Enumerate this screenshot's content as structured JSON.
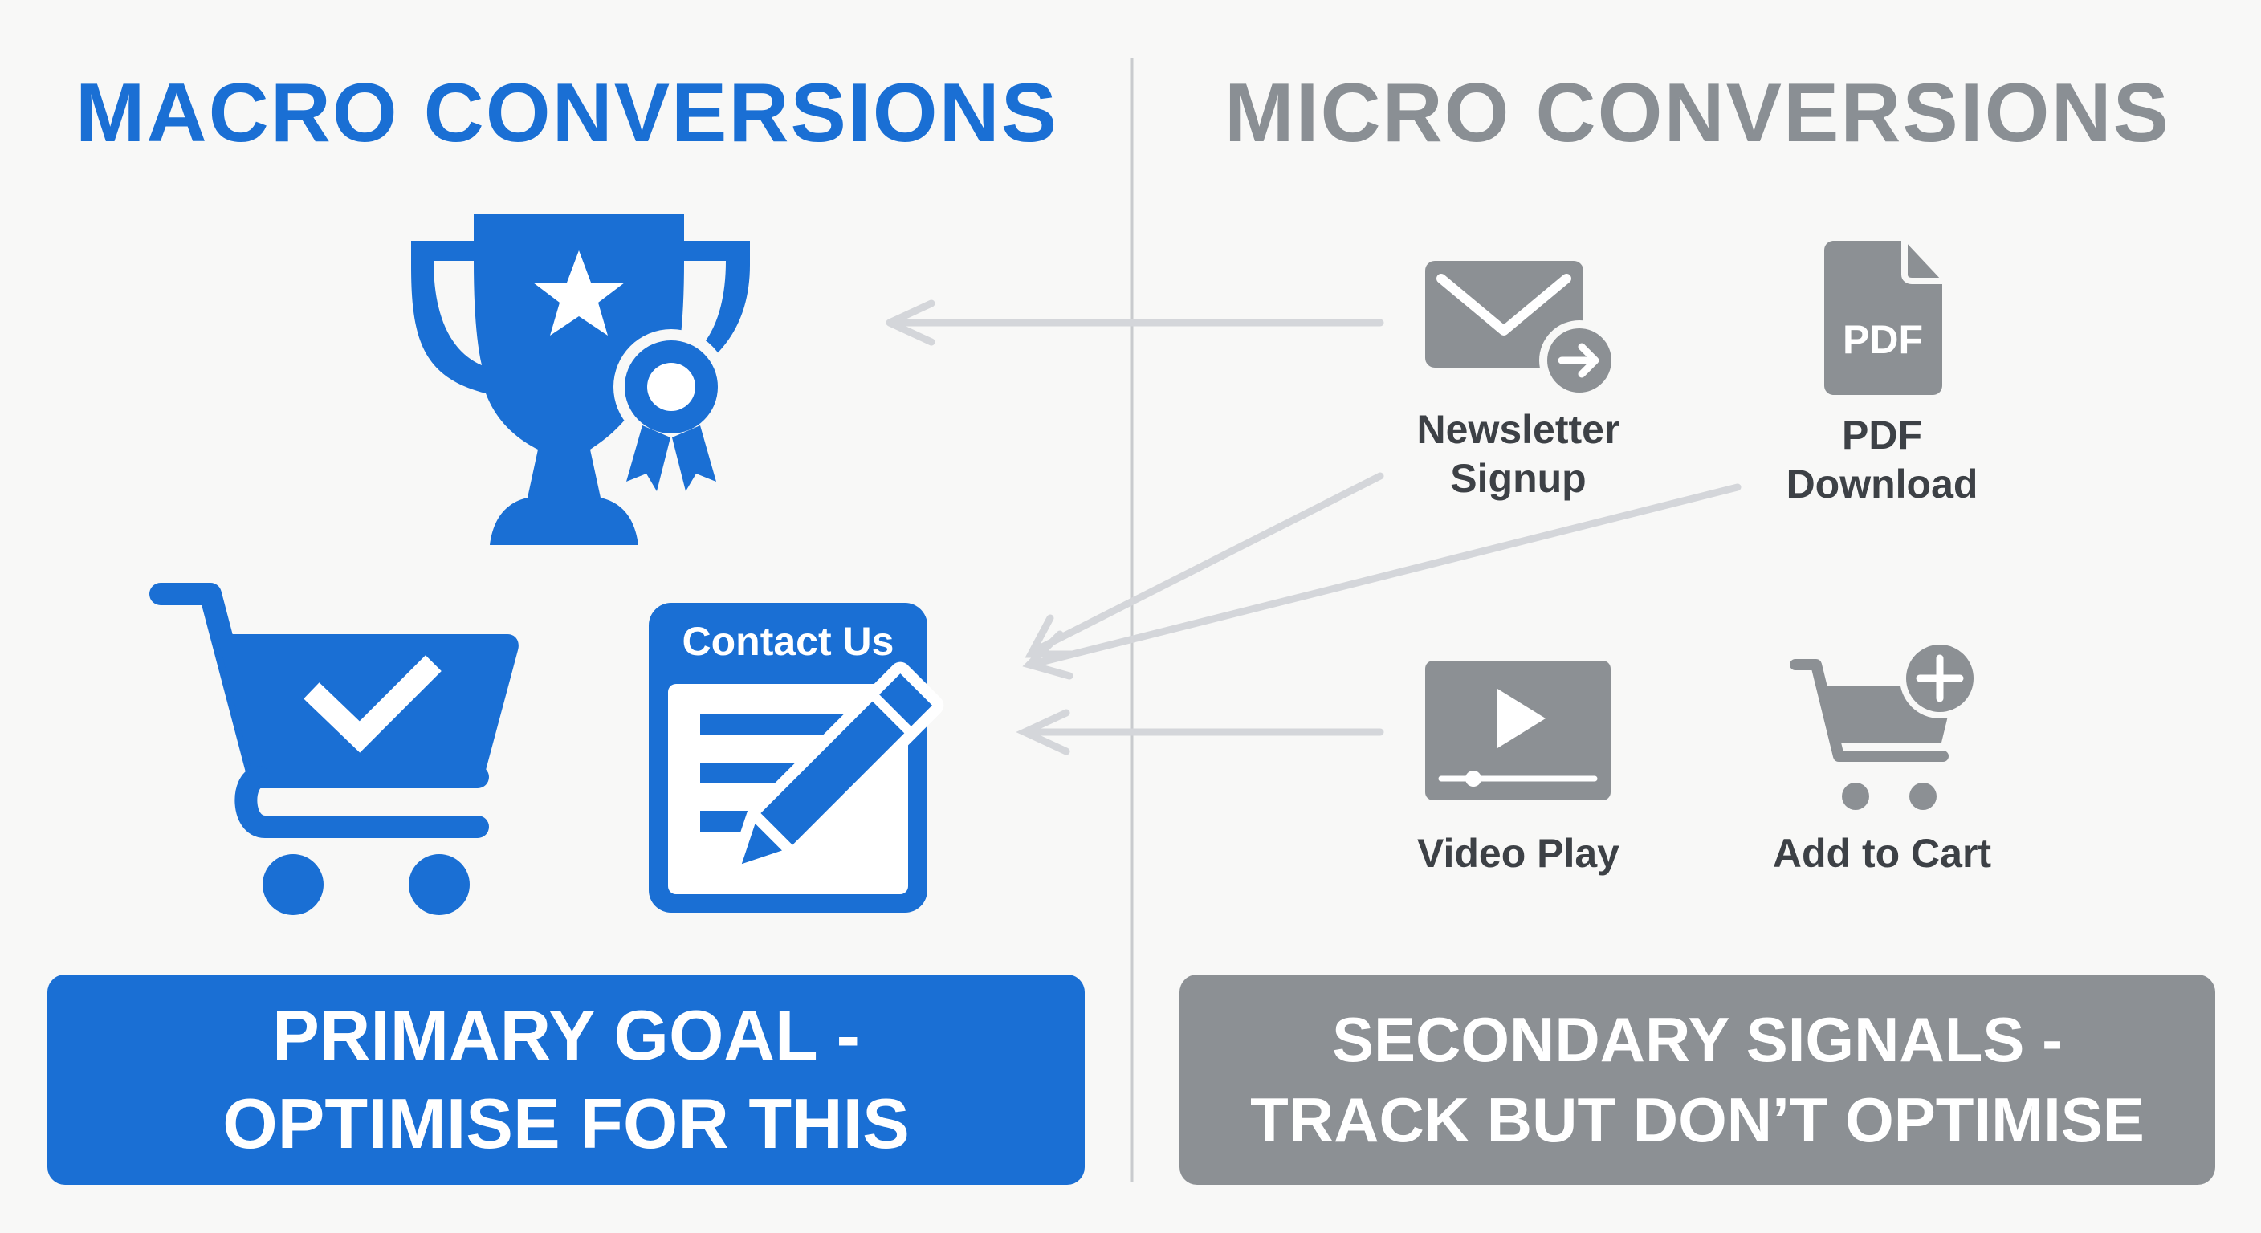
{
  "macro": {
    "title": "MACRO CONVERSIONS",
    "contact_card_label": "Contact Us",
    "box_line1": "PRIMARY GOAL -",
    "box_line2": "OPTIMISE FOR THIS"
  },
  "micro": {
    "title": "MICRO CONVERSIONS",
    "items": [
      {
        "label_line1": "Newsletter",
        "label_line2": "Signup",
        "icon": "envelope-arrow-icon"
      },
      {
        "label_line1": "PDF",
        "label_line2": "Download",
        "icon": "pdf-file-icon",
        "icon_text": "PDF"
      },
      {
        "label_line1": "Video Play",
        "icon": "video-play-icon"
      },
      {
        "label_line1": "Add to Cart",
        "icon": "cart-plus-icon"
      }
    ],
    "box_line1": "SECONDARY SIGNALS -",
    "box_line2": "TRACK BUT DON’T OPTIMISE"
  },
  "colors": {
    "macro": "#1a6fd4",
    "micro": "#8c9094",
    "arrow": "#d4d6da",
    "background": "#f8f8f7"
  }
}
